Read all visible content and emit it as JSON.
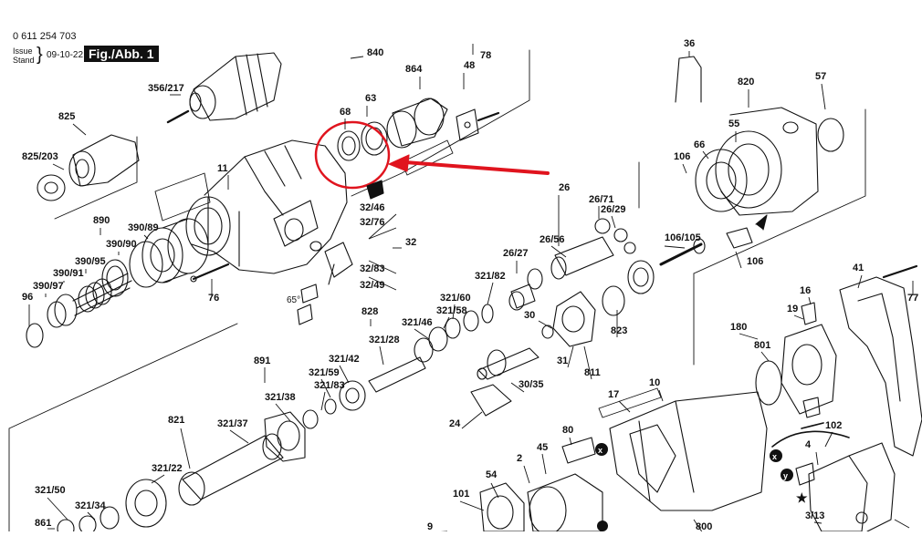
{
  "header": {
    "document_number": "0 611 254 703",
    "issue_label_1": "Issue",
    "issue_label_2": "Stand",
    "issue_date": "09-10-22",
    "figure_label": "Fig./Abb. 1"
  },
  "angle_label": "65°",
  "part_labels": [
    "840",
    "78",
    "48",
    "864",
    "63",
    "68",
    "36",
    "820",
    "57",
    "55",
    "66",
    "106",
    "825",
    "825/203",
    "356/217",
    "11",
    "890",
    "390/89",
    "390/90",
    "390/95",
    "390/91",
    "390/97",
    "96",
    "76",
    "32/46",
    "32/76",
    "32",
    "32/83",
    "32/49",
    "26",
    "26/71",
    "26/29",
    "26/56",
    "26/27",
    "106/105",
    "106",
    "41",
    "77",
    "828",
    "321/82",
    "321/60",
    "321/58",
    "321/46",
    "321/28",
    "321/42",
    "321/59",
    "321/83",
    "321/38",
    "891",
    "821",
    "321/37",
    "321/22",
    "321/50",
    "321/34",
    "861",
    "24",
    "30/35",
    "30",
    "31",
    "823",
    "811",
    "16",
    "19",
    "801",
    "180",
    "10",
    "17",
    "80",
    "2",
    "45",
    "54",
    "101",
    "102",
    "4",
    "3/13",
    "9",
    "800"
  ],
  "colors": {
    "ink": "#111111",
    "highlight": "#e0141e",
    "background": "#ffffff"
  }
}
